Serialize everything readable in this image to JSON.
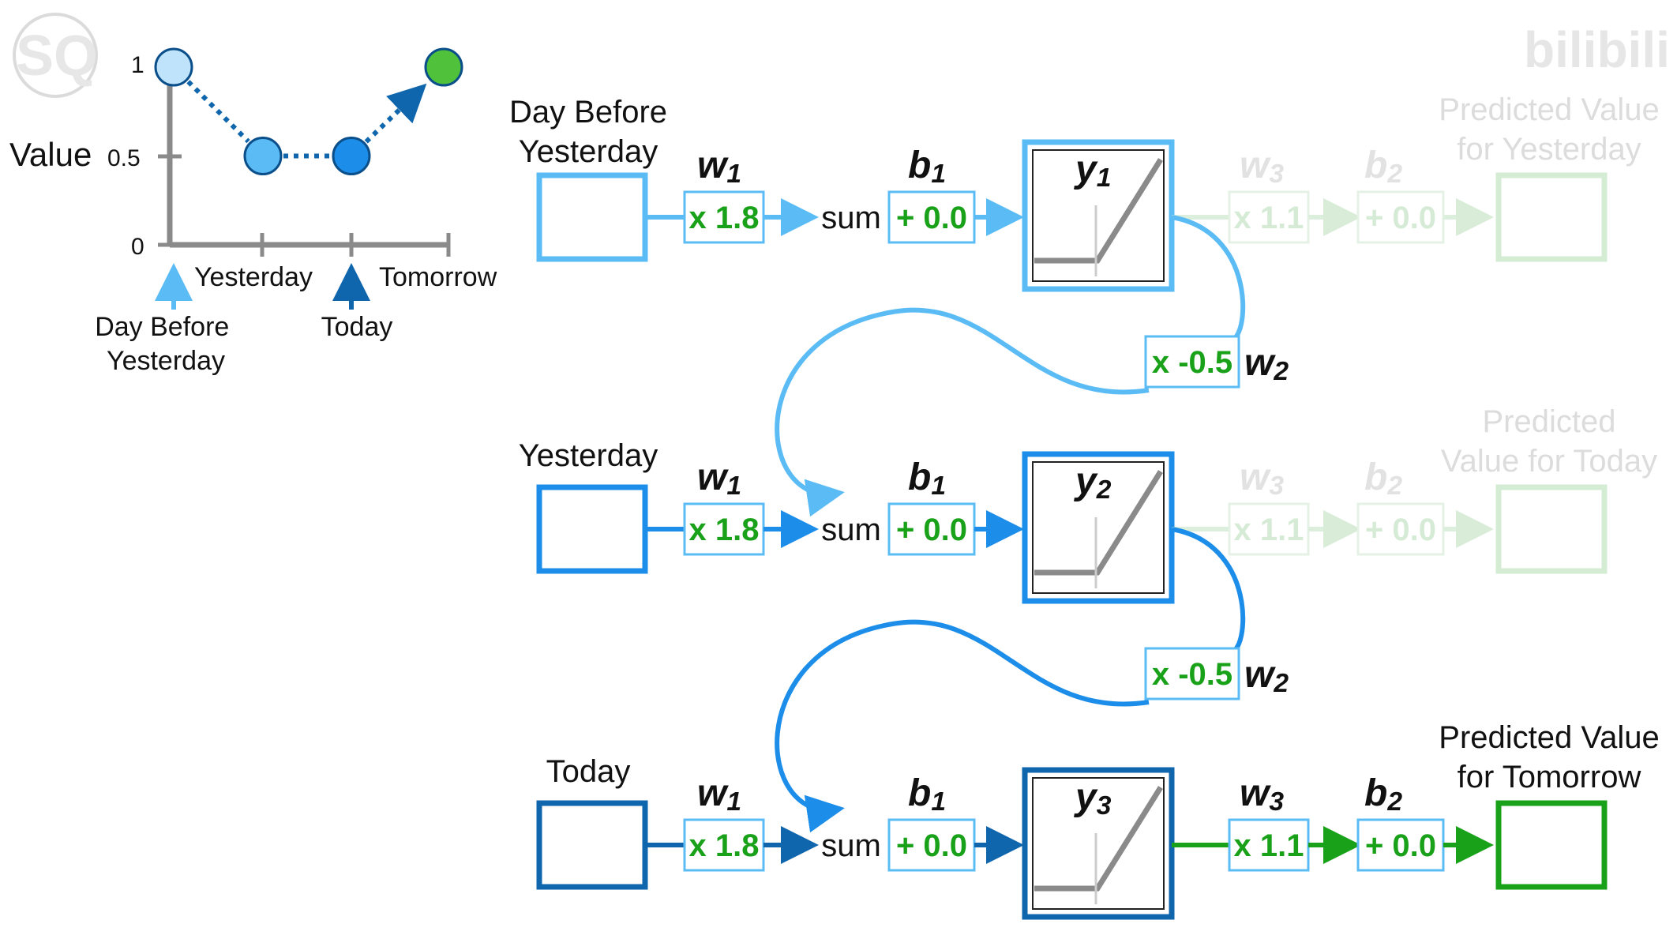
{
  "colors": {
    "light_blue": "#5bbcf5",
    "mid_blue": "#1c8de8",
    "dark_blue": "#0f66ad",
    "green": "#1aa11a",
    "green_bright": "#4fc13a",
    "gray": "#8a8a8a",
    "faded": "#e2f0e2"
  },
  "watermark": {
    "text": "bilibili"
  },
  "chart": {
    "y_axis_label": "Value",
    "y_ticks": [
      "0",
      "0.5",
      "1"
    ],
    "x_labels": {
      "yesterday": "Yesterday",
      "tomorrow": "Tomorrow"
    },
    "arrow_labels": {
      "day_before": [
        "Day Before",
        "Yesterday"
      ],
      "today": "Today"
    }
  },
  "chart_data": {
    "type": "line",
    "x": [
      "Day Before Yesterday",
      "Yesterday",
      "Today",
      "Tomorrow"
    ],
    "values": [
      1,
      0.5,
      0.5,
      1
    ],
    "ylim": [
      0,
      1
    ],
    "point_colors": [
      "#bfe3fb",
      "#5bbcf5",
      "#1c8de8",
      "#4fc13a"
    ]
  },
  "rows": [
    {
      "input_label": [
        "Day Before",
        "Yesterday"
      ],
      "w1_value": "x 1.8",
      "sum_label": "sum",
      "b1_value": "+ 0.0",
      "y_name": "y",
      "y_sub": "1",
      "w3_value": "x 1.1",
      "b2_value": "+ 0.0",
      "output_label": [
        "Predicted Value",
        "for Yesterday"
      ]
    },
    {
      "input_label": [
        "Yesterday"
      ],
      "w1_value": "x 1.8",
      "sum_label": "sum",
      "b1_value": "+ 0.0",
      "y_name": "y",
      "y_sub": "2",
      "w3_value": "x 1.1",
      "b2_value": "+ 0.0",
      "output_label": [
        "Predicted",
        "Value for Today"
      ]
    },
    {
      "input_label": [
        "Today"
      ],
      "w1_value": "x 1.8",
      "sum_label": "sum",
      "b1_value": "+ 0.0",
      "y_name": "y",
      "y_sub": "3",
      "w3_value": "x 1.1",
      "b2_value": "+ 0.0",
      "output_label": [
        "Predicted Value",
        "for Tomorrow"
      ]
    }
  ],
  "loop": [
    {
      "w2_value": "x -0.5"
    },
    {
      "w2_value": "x -0.5"
    }
  ],
  "weight_names": {
    "w1": "w",
    "w1_sub": "1",
    "b1": "b",
    "b1_sub": "1",
    "w2": "w",
    "w2_sub": "2",
    "w3": "w",
    "w3_sub": "3",
    "b2": "b",
    "b2_sub": "2"
  }
}
